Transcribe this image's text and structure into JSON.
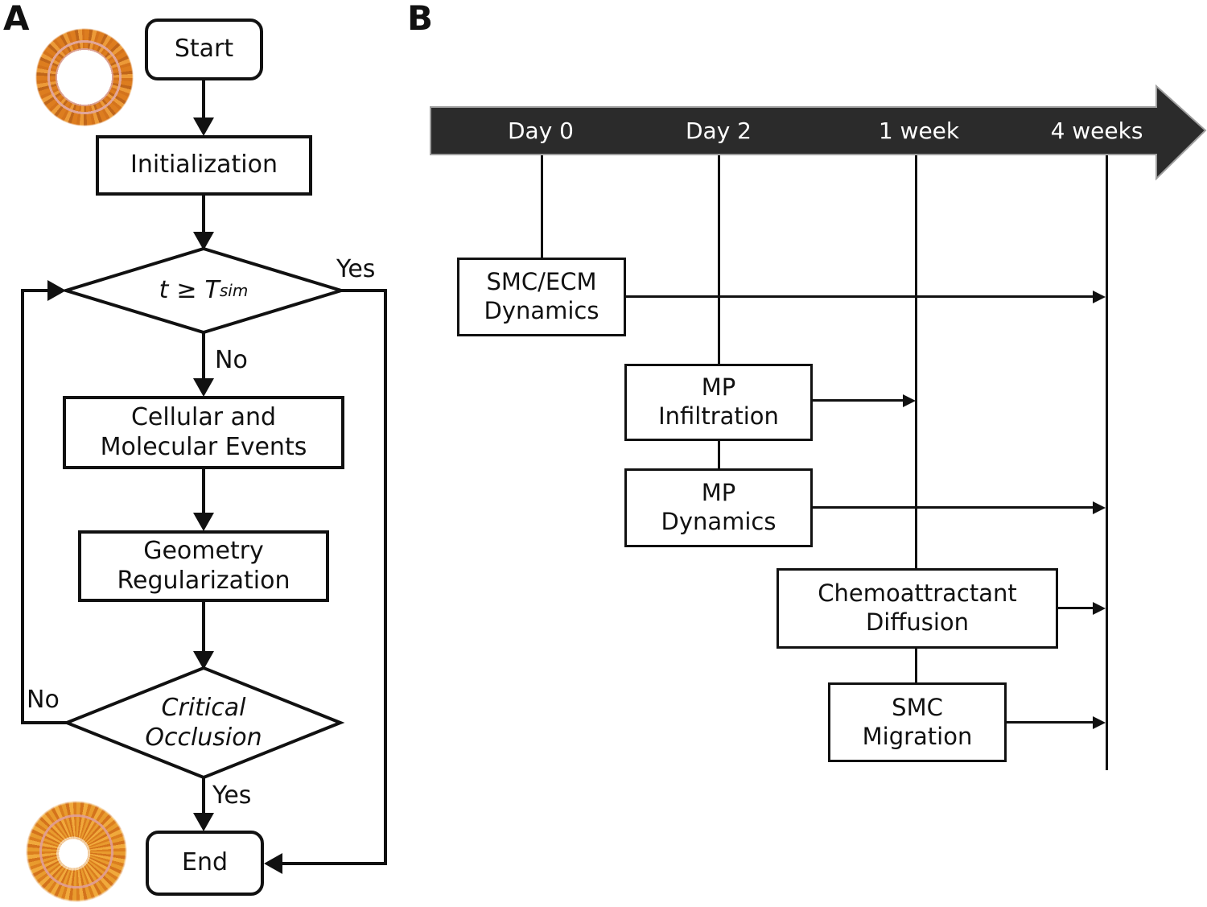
{
  "colors": {
    "stroke": "#111111",
    "timeline_bar_fill": "#2b2b2b",
    "timeline_bar_outline": "#9e9e9e",
    "vessel_orange": "#dd7d1f",
    "vessel_inner_ring_pink": "#e2a89e"
  },
  "panelA": {
    "label": "A",
    "start": "Start",
    "initialization": "Initialization",
    "decision1": {
      "var": "t",
      "op": "≥",
      "T": "T",
      "sub": "sim"
    },
    "decision1_yes": "Yes",
    "decision1_no": "No",
    "cellular_line1": "Cellular and",
    "cellular_line2": "Molecular Events",
    "geometry_line1": "Geometry",
    "geometry_line2": "Regularization",
    "decision2_line1": "Critical",
    "decision2_line2": "Occlusion",
    "decision2_no": "No",
    "decision2_yes": "Yes",
    "end": "End"
  },
  "panelB": {
    "label": "B",
    "timeline": [
      "Day 0",
      "Day 2",
      "1 week",
      "4 weeks"
    ],
    "boxes": {
      "smcecm_line1": "SMC/ECM",
      "smcecm_line2": "Dynamics",
      "mpinf_line1": "MP",
      "mpinf_line2": "Infiltration",
      "mpdyn_line1": "MP",
      "mpdyn_line2": "Dynamics",
      "chemo_line1": "Chemoattractant",
      "chemo_line2": "Diffusion",
      "smcmig_line1": "SMC",
      "smcmig_line2": "Migration"
    }
  }
}
